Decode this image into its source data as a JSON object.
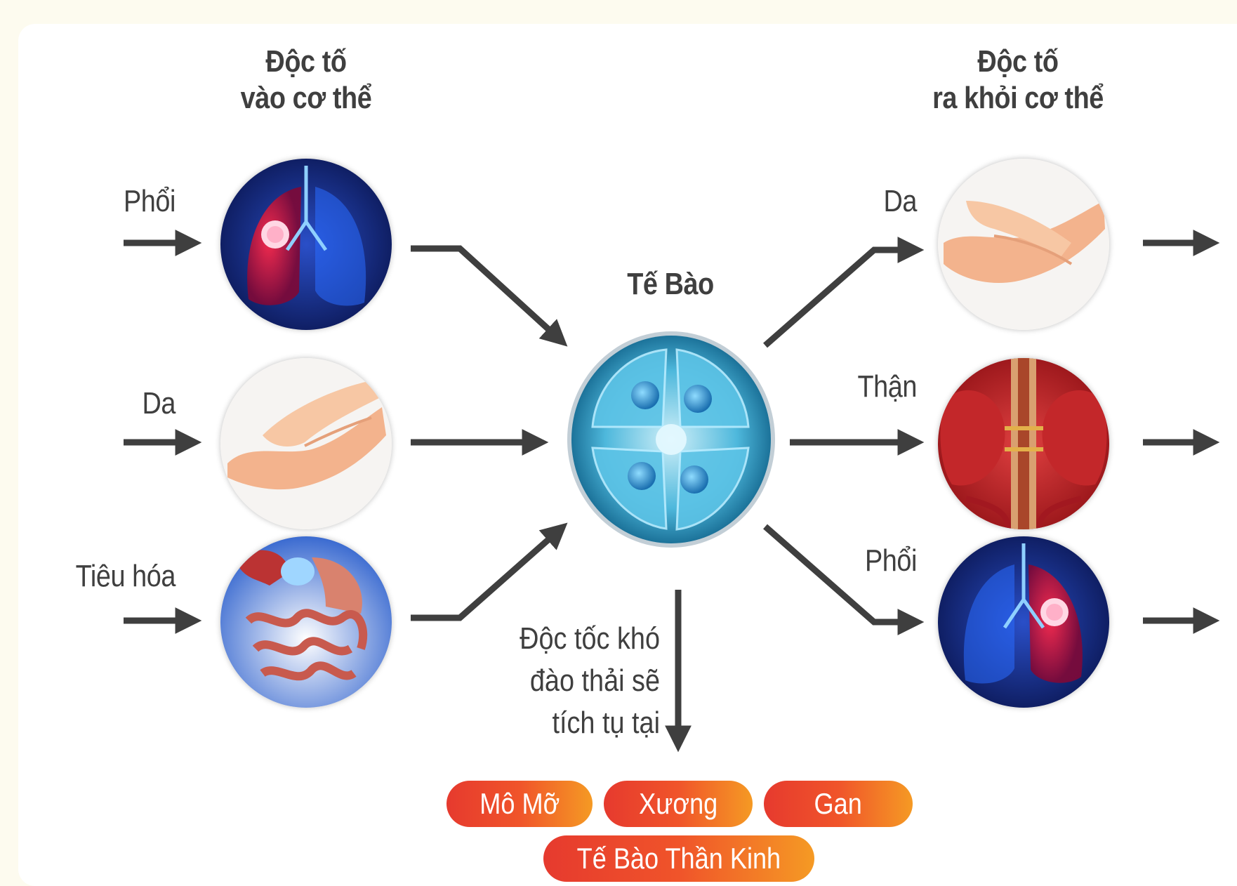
{
  "headers": {
    "in": [
      "Độc tố",
      "vào cơ thể"
    ],
    "out": [
      "Độc tố",
      "ra khỏi cơ thể"
    ],
    "cell": "Tế Bào"
  },
  "inputs": [
    {
      "label": "Phổi",
      "icon": "lung-icon"
    },
    {
      "label": "Da",
      "icon": "hands-icon"
    },
    {
      "label": "Tiêu hóa",
      "icon": "digestive-icon"
    }
  ],
  "outputs": [
    {
      "label": "Da",
      "icon": "hands-icon"
    },
    {
      "label": "Thận",
      "icon": "kidney-icon"
    },
    {
      "label": "Phổi",
      "icon": "lung-icon"
    }
  ],
  "note": [
    "Độc tốc khó",
    "đào thải sẽ",
    "tích tụ tại"
  ],
  "targets": [
    "Mô Mỡ",
    "Xương",
    "Gan",
    "Tế Bào Thần Kinh"
  ],
  "colors": {
    "arrow": "#3f3f3f",
    "pill_start": "#e63a2e",
    "pill_end": "#f59a24",
    "text": "#3f3f3f"
  }
}
